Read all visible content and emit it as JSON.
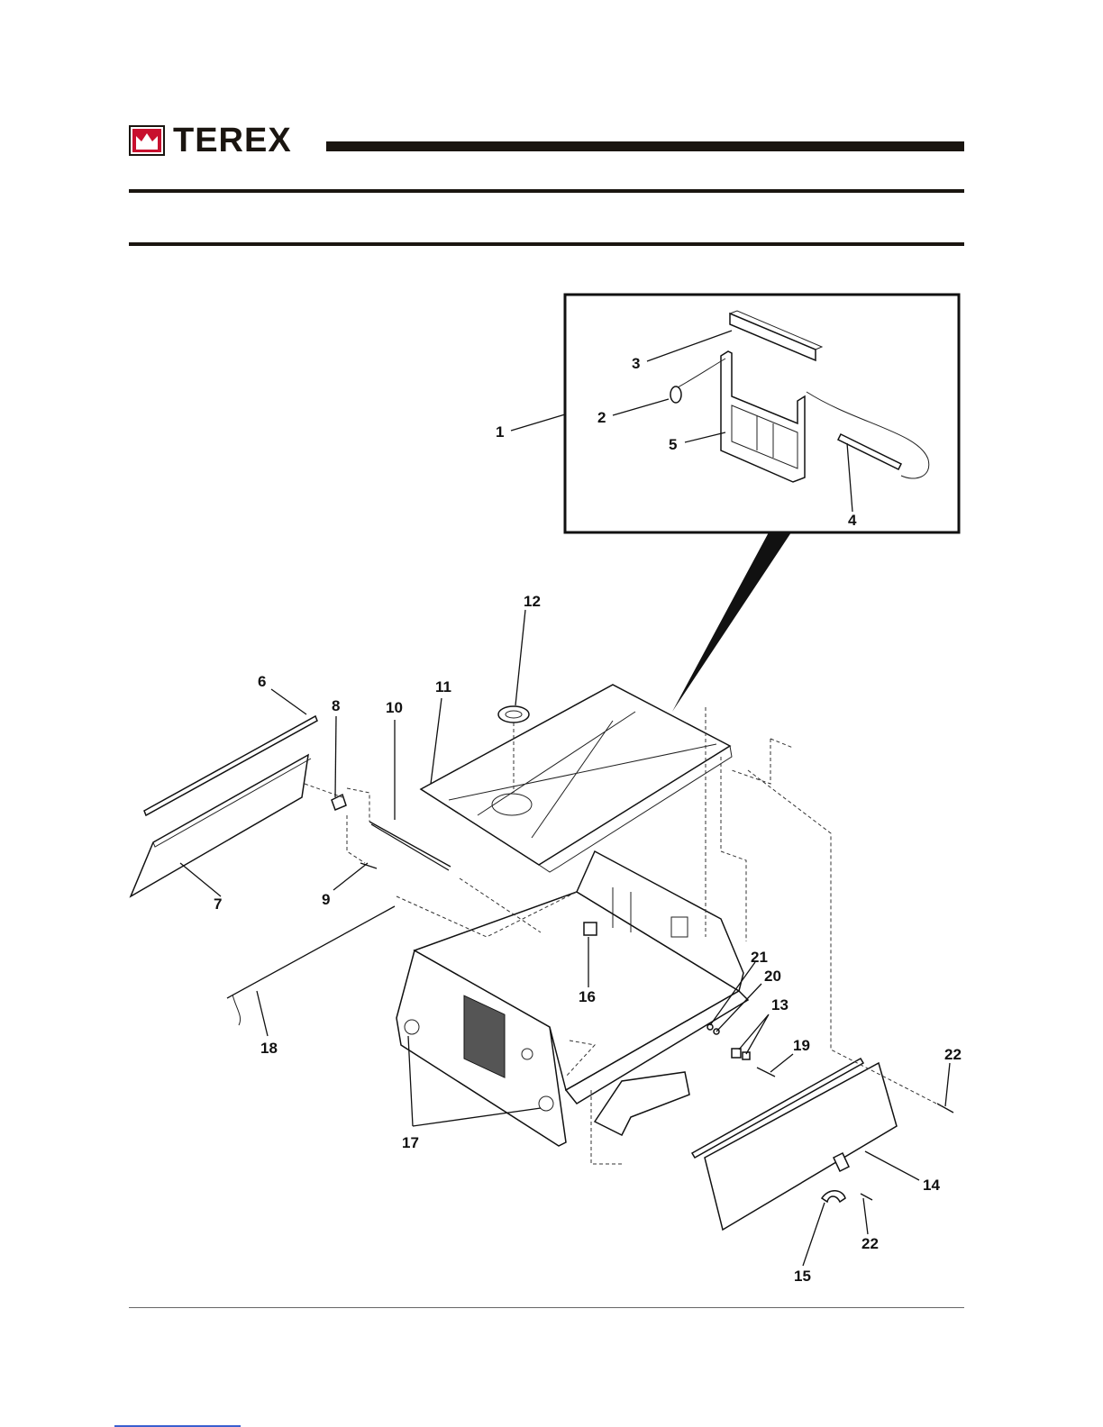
{
  "header": {
    "brand": "TEREX",
    "logo_icon": "terex-crown-logo-icon",
    "brand_color": "#c8102e"
  },
  "diagram": {
    "inset_icon": "inset-detail-box",
    "callouts": [
      "1",
      "2",
      "3",
      "4",
      "5",
      "6",
      "7",
      "8",
      "9",
      "10",
      "11",
      "12",
      "13",
      "14",
      "15",
      "16",
      "17",
      "18",
      "19",
      "20",
      "21",
      "22",
      "22"
    ]
  }
}
